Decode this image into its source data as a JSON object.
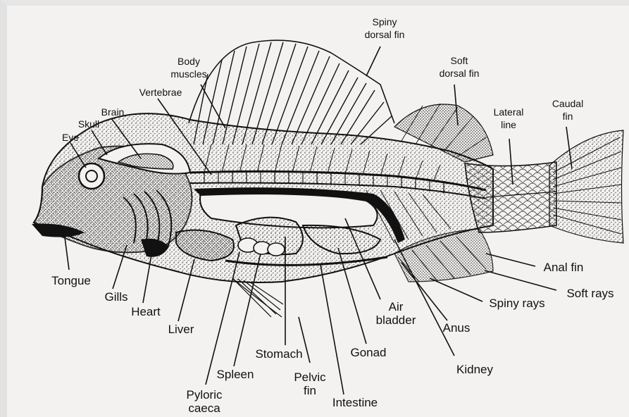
{
  "diagram": {
    "labels": {
      "spiny_dorsal_fin_1": "Spiny",
      "spiny_dorsal_fin_2": "dorsal fin",
      "soft_dorsal_fin_1": "Soft",
      "soft_dorsal_fin_2": "dorsal fin",
      "lateral_line_1": "Lateral",
      "lateral_line_2": "line",
      "caudal_fin_1": "Caudal",
      "caudal_fin_2": "fin",
      "body_muscles_1": "Body",
      "body_muscles_2": "muscles",
      "vertebrae": "Vertebrae",
      "brain": "Brain",
      "skull": "Skull",
      "eye": "Eye",
      "tongue": "Tongue",
      "gills": "Gills",
      "heart": "Heart",
      "liver": "Liver",
      "pyloric_caeca_1": "Pyloric",
      "pyloric_caeca_2": "caeca",
      "spleen": "Spleen",
      "stomach": "Stomach",
      "pelvic_fin_1": "Pelvic",
      "pelvic_fin_2": "fin",
      "intestine": "Intestine",
      "gonad": "Gonad",
      "air_bladder_1": "Air",
      "air_bladder_2": "bladder",
      "anus": "Anus",
      "kidney": "Kidney",
      "spiny_rays": "Spiny rays",
      "soft_rays": "Soft rays",
      "anal_fin": "Anal fin"
    },
    "colors": {
      "ink": "#111111",
      "paper": "#f3f2f0"
    }
  }
}
